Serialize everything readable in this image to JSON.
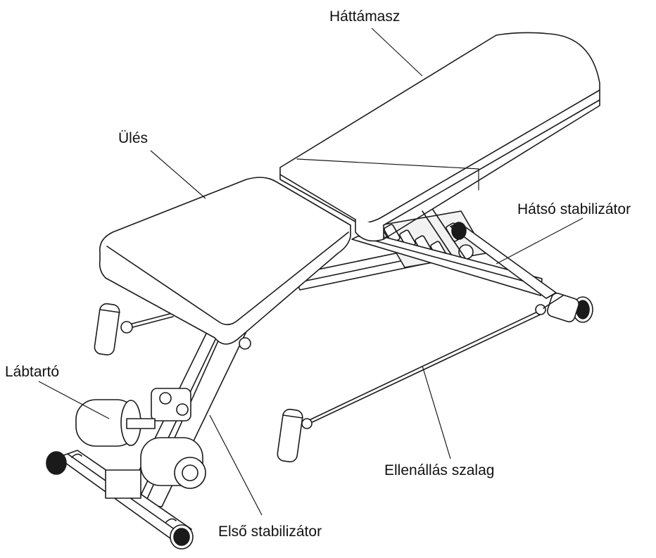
{
  "labels": {
    "backrest": "Háttámasz",
    "seat": "Ülés",
    "rear_stabilizer": "Hátsó stabilizátor",
    "foot_holder": "Lábtartó",
    "resistance_band": "Ellenállás szalag",
    "front_stabilizer": "Első stabilizátor"
  },
  "colors": {
    "line": "#1a1a1a",
    "fill": "#ffffff",
    "shade": "#e6e6e6"
  }
}
